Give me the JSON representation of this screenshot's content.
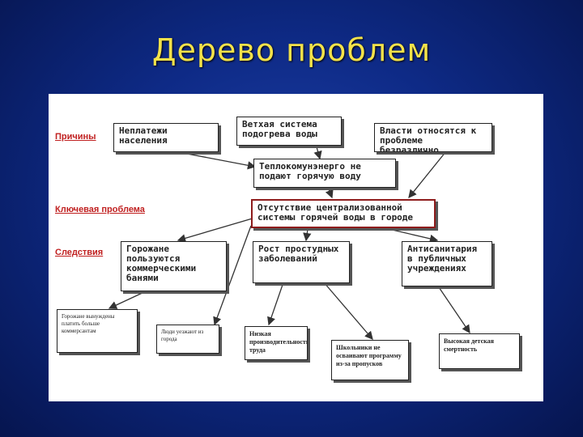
{
  "slide": {
    "title": "Дерево проблем"
  },
  "labels": {
    "causes": "Причины",
    "key_problem": "Ключевая проблема",
    "consequences": "Следствия"
  },
  "causes": {
    "nonpayment": "Неплатежи населения",
    "old_system": "Ветхая система подогрева воды",
    "authorities": "Власти относятся к проблеме безразлично",
    "heat_company": "Теплокомунэнерго не подают горячую воду"
  },
  "key_problem": "Отсутствие централизованной системы горячей воды в городе",
  "consequences": {
    "commercial_baths": "Горожане пользуются коммерческими банями",
    "diseases": "Рост простудных заболеваний",
    "unsanitary": "Антисанитария в публичных учреждениях"
  },
  "effects": {
    "pay_more": "Горожане вынуждены платить больше коммерсантам",
    "leave_city": "Люди уезжают из города",
    "low_productivity": "Низкая производительность труда",
    "students": "Школьники не осваивают программу из-за пропусков",
    "child_mortality": "Высокая детская смертность"
  }
}
